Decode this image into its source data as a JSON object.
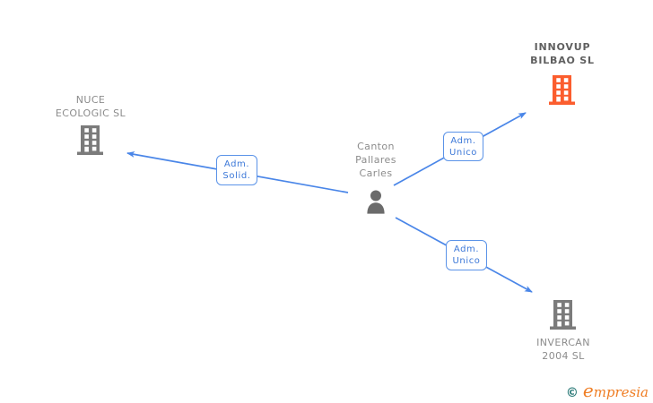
{
  "person": {
    "name_lines": [
      "Canton",
      "Pallares",
      "Carles"
    ]
  },
  "companies": [
    {
      "id": "nuce",
      "name_lines": [
        "NUCE",
        "ECOLOGIC SL"
      ],
      "highlighted": false
    },
    {
      "id": "innovup",
      "name_lines": [
        "INNOVUP",
        "BILBAO SL"
      ],
      "highlighted": true
    },
    {
      "id": "invercan",
      "name_lines": [
        "INVERCAN",
        "2004 SL"
      ],
      "highlighted": false
    }
  ],
  "relations": [
    {
      "label_lines": [
        "Adm.",
        "Solid."
      ],
      "from": "Canton Pallares Carles",
      "to": "NUCE ECOLOGIC SL"
    },
    {
      "label_lines": [
        "Adm.",
        "Unico"
      ],
      "from": "Canton Pallares Carles",
      "to": "INNOVUP BILBAO SL"
    },
    {
      "label_lines": [
        "Adm.",
        "Unico"
      ],
      "from": "Canton Pallares Carles",
      "to": "INVERCAN 2004 SL"
    }
  ],
  "colors": {
    "arrow_blue": "#4a86e8",
    "relation_text_blue": "#3c78d8",
    "relation_border_blue": "#5b93e8",
    "company_gray": "#7b7b7b",
    "company_highlight_orange": "#fb5d2e",
    "person_gray": "#6b6b6b",
    "name_text_gray": "#8c8c8c",
    "highlight_name_text": "#5f5f5f",
    "logo_teal": "#2b7a78",
    "logo_orange": "#ef7d23"
  },
  "logo": {
    "copyright_symbol": "©",
    "brand": "empresia"
  }
}
